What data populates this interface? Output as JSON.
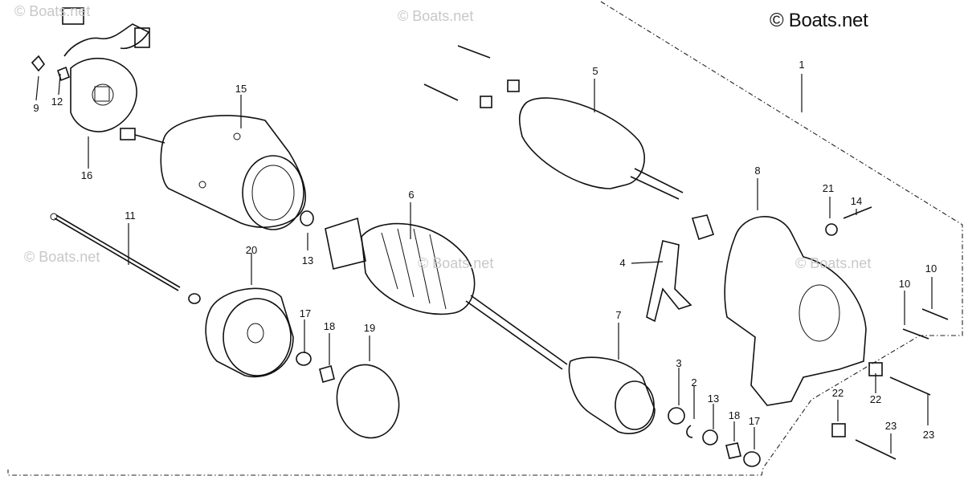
{
  "copyright": "© Boats.net",
  "watermarks": [
    "© Boats.net",
    "© Boats.net",
    "© Boats.net",
    "© Boats.net",
    "© Boats.net"
  ],
  "callouts": {
    "c1": "1",
    "c2": "2",
    "c3": "3",
    "c4": "4",
    "c5": "5",
    "c6": "6",
    "c7": "7",
    "c8": "8",
    "c9": "9",
    "c10a": "10",
    "c10b": "10",
    "c11": "11",
    "c12": "12",
    "c13a": "13",
    "c13b": "13",
    "c14": "14",
    "c15": "15",
    "c16": "16",
    "c17a": "17",
    "c17b": "17",
    "c18a": "18",
    "c18b": "18",
    "c19": "19",
    "c20": "20",
    "c21": "21",
    "c22a": "22",
    "c22b": "22",
    "c23a": "23",
    "c23b": "23"
  },
  "colors": {
    "line": "#111111",
    "watermark": "#c8c8c8",
    "background": "#ffffff"
  }
}
